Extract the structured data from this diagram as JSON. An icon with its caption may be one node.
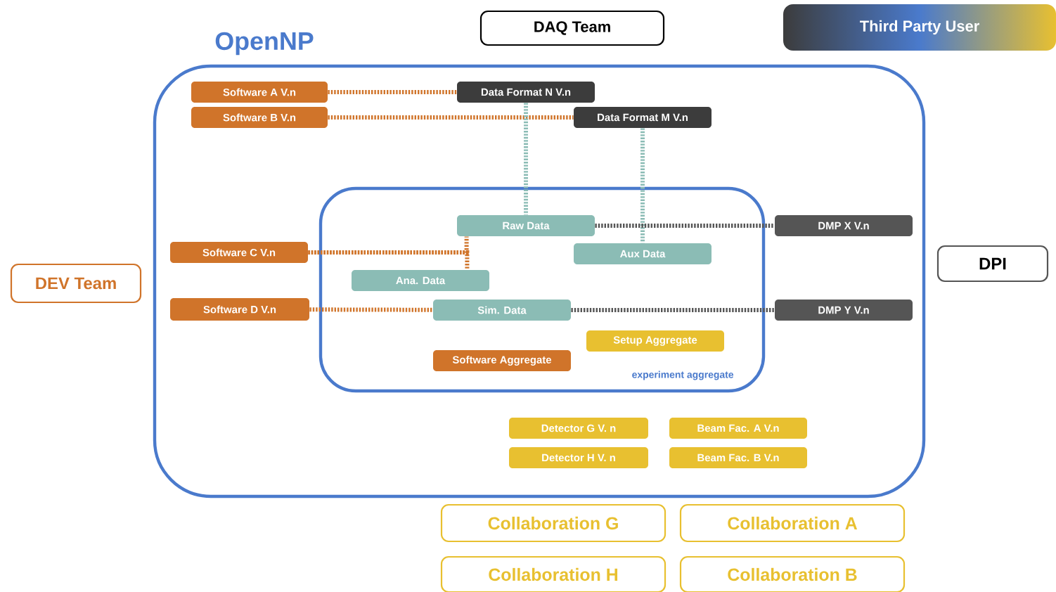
{
  "diagram": {
    "nodes": [
      {
        "text": [
          "OpenNP"
        ]
      },
      {
        "text": [
          "DAQ Team"
        ]
      },
      {
        "text": [
          "Third Party User"
        ]
      },
      {
        "text": [
          "DEV Team"
        ]
      },
      {
        "text": [
          "DPI"
        ]
      },
      {
        "text": [
          "Software A V.n"
        ],
        "in": 0
      },
      {
        "text": [
          "Data Format N V.n"
        ],
        "in": 0
      },
      {
        "text": [
          "Software B V.n"
        ],
        "in": 0
      },
      {
        "text": [
          "Data Format M V.n"
        ],
        "in": 0
      },
      {
        "text": [
          "experiment aggregate"
        ],
        "in": 0
      },
      {
        "text": [
          "Raw Data"
        ],
        "in": 9
      },
      {
        "text": [
          "DMP X V.n"
        ],
        "in": 0
      },
      {
        "text": [
          "Software C V.n"
        ],
        "in": 0
      },
      {
        "text": [
          "Aux Data"
        ],
        "in": 9
      },
      {
        "text": [
          "Ana. Data"
        ],
        "in": 9
      },
      {
        "text": [
          "Software D V.n"
        ],
        "in": 0
      },
      {
        "text": [
          "Sim. Data"
        ],
        "in": 9
      },
      {
        "text": [
          "DMP Y V.n"
        ],
        "in": 0
      },
      {
        "text": [
          "Setup Aggregate"
        ],
        "in": 9
      },
      {
        "text": [
          "Software Aggregate"
        ],
        "in": 9
      },
      {
        "text": [
          "Detector G V. n"
        ],
        "in": 0
      },
      {
        "text": [
          "Beam Fac. A V.n"
        ],
        "in": 0
      },
      {
        "text": [
          "Detector H V. n"
        ],
        "in": 0
      },
      {
        "text": [
          "Beam Fac. B V.n"
        ],
        "in": 0
      },
      {
        "text": [
          "Collaboration G"
        ]
      },
      {
        "text": [
          "Collaboration A"
        ]
      },
      {
        "text": [
          "Collaboration H"
        ]
      },
      {
        "text": [
          "Collaboration B"
        ]
      }
    ],
    "edges": [
      {
        "from": 5,
        "to": 6,
        "arrow": "none"
      },
      {
        "from": 7,
        "to": 8,
        "arrow": "none"
      },
      {
        "from": 6,
        "to": 10,
        "arrow": "none",
        "color": "#8bbcb5"
      },
      {
        "from": 8,
        "to": 13,
        "arrow": "none",
        "color": "#8bbcb5"
      },
      {
        "from": 10,
        "to": 11,
        "arrow": "none",
        "color": "#555555"
      },
      {
        "from": 12,
        "to": 10,
        "arrow": "none"
      },
      {
        "from": 12,
        "to": 14,
        "arrow": "none"
      },
      {
        "from": 15,
        "to": 16,
        "arrow": "none"
      },
      {
        "from": 16,
        "to": 17,
        "arrow": "none",
        "color": "#555555"
      }
    ]
  }
}
